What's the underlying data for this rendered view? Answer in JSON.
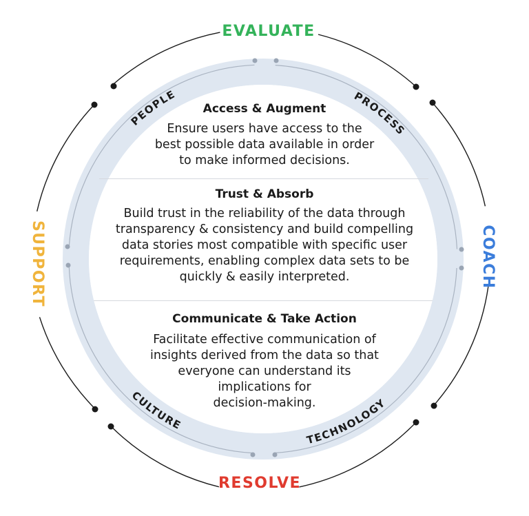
{
  "outer_labels": {
    "top": "EVALUATE",
    "right": "COACH",
    "bottom": "RESOLVE",
    "left": "SUPPORT"
  },
  "inner_labels": {
    "top_left": "PEOPLE",
    "top_right": "PROCESS",
    "bottom_left": "CULTURE",
    "bottom_right": "TECHNOLOGY"
  },
  "colors": {
    "evaluate": "#34b35a",
    "coach": "#3b7ddb",
    "resolve": "#e03b2f",
    "support": "#f0b43c",
    "ring": "#dfe7f1",
    "ring_line": "#a9b3c1",
    "ring_dot": "#9aa5b4",
    "outer_line": "#1a1a1a"
  },
  "sections": [
    {
      "title": "Access & Augment",
      "lines": [
        "Ensure users have access to the",
        "best possible data available in order",
        "to make informed decisions."
      ]
    },
    {
      "title": "Trust & Absorb",
      "lines": [
        "Build trust in the reliability of the data through",
        "transparency & consistency and build compelling",
        "data stories most compatible with specific user",
        "requirements, enabling complex data sets to be",
        "quickly & easily interpreted."
      ]
    },
    {
      "title": "Communicate & Take Action",
      "lines": [
        "Facilitate effective communication of",
        "insights derived from the data so that",
        "everyone can understand its",
        "implications for",
        "decision-making."
      ]
    }
  ]
}
